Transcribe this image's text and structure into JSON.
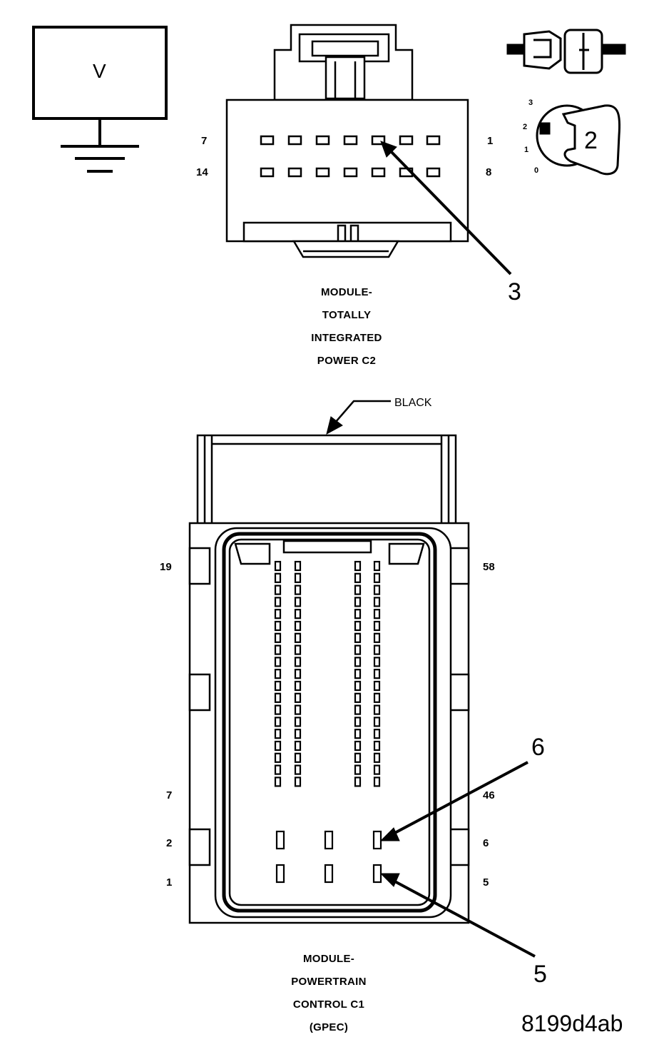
{
  "meter": {
    "symbol": "V"
  },
  "ignition": {
    "positions": [
      "3",
      "2",
      "1",
      "0"
    ],
    "callout": "2"
  },
  "top_connector": {
    "pin_top_left": "7",
    "pin_top_right": "1",
    "pin_bottom_left": "14",
    "pin_bottom_right": "8",
    "callout": "3",
    "caption": [
      "MODULE-",
      "TOTALLY",
      "INTEGRATED",
      "POWER C2"
    ]
  },
  "bottom_connector": {
    "color_label": "BLACK",
    "pin_19": "19",
    "pin_58": "58",
    "pin_7": "7",
    "pin_46": "46",
    "pin_2": "2",
    "pin_6": "6",
    "pin_1": "1",
    "pin_5": "5",
    "callout_upper": "6",
    "callout_lower": "5",
    "caption": [
      "MODULE-",
      "POWERTRAIN",
      "CONTROL C1",
      "(GPEC)"
    ]
  },
  "figure_code": "8199d4ab"
}
